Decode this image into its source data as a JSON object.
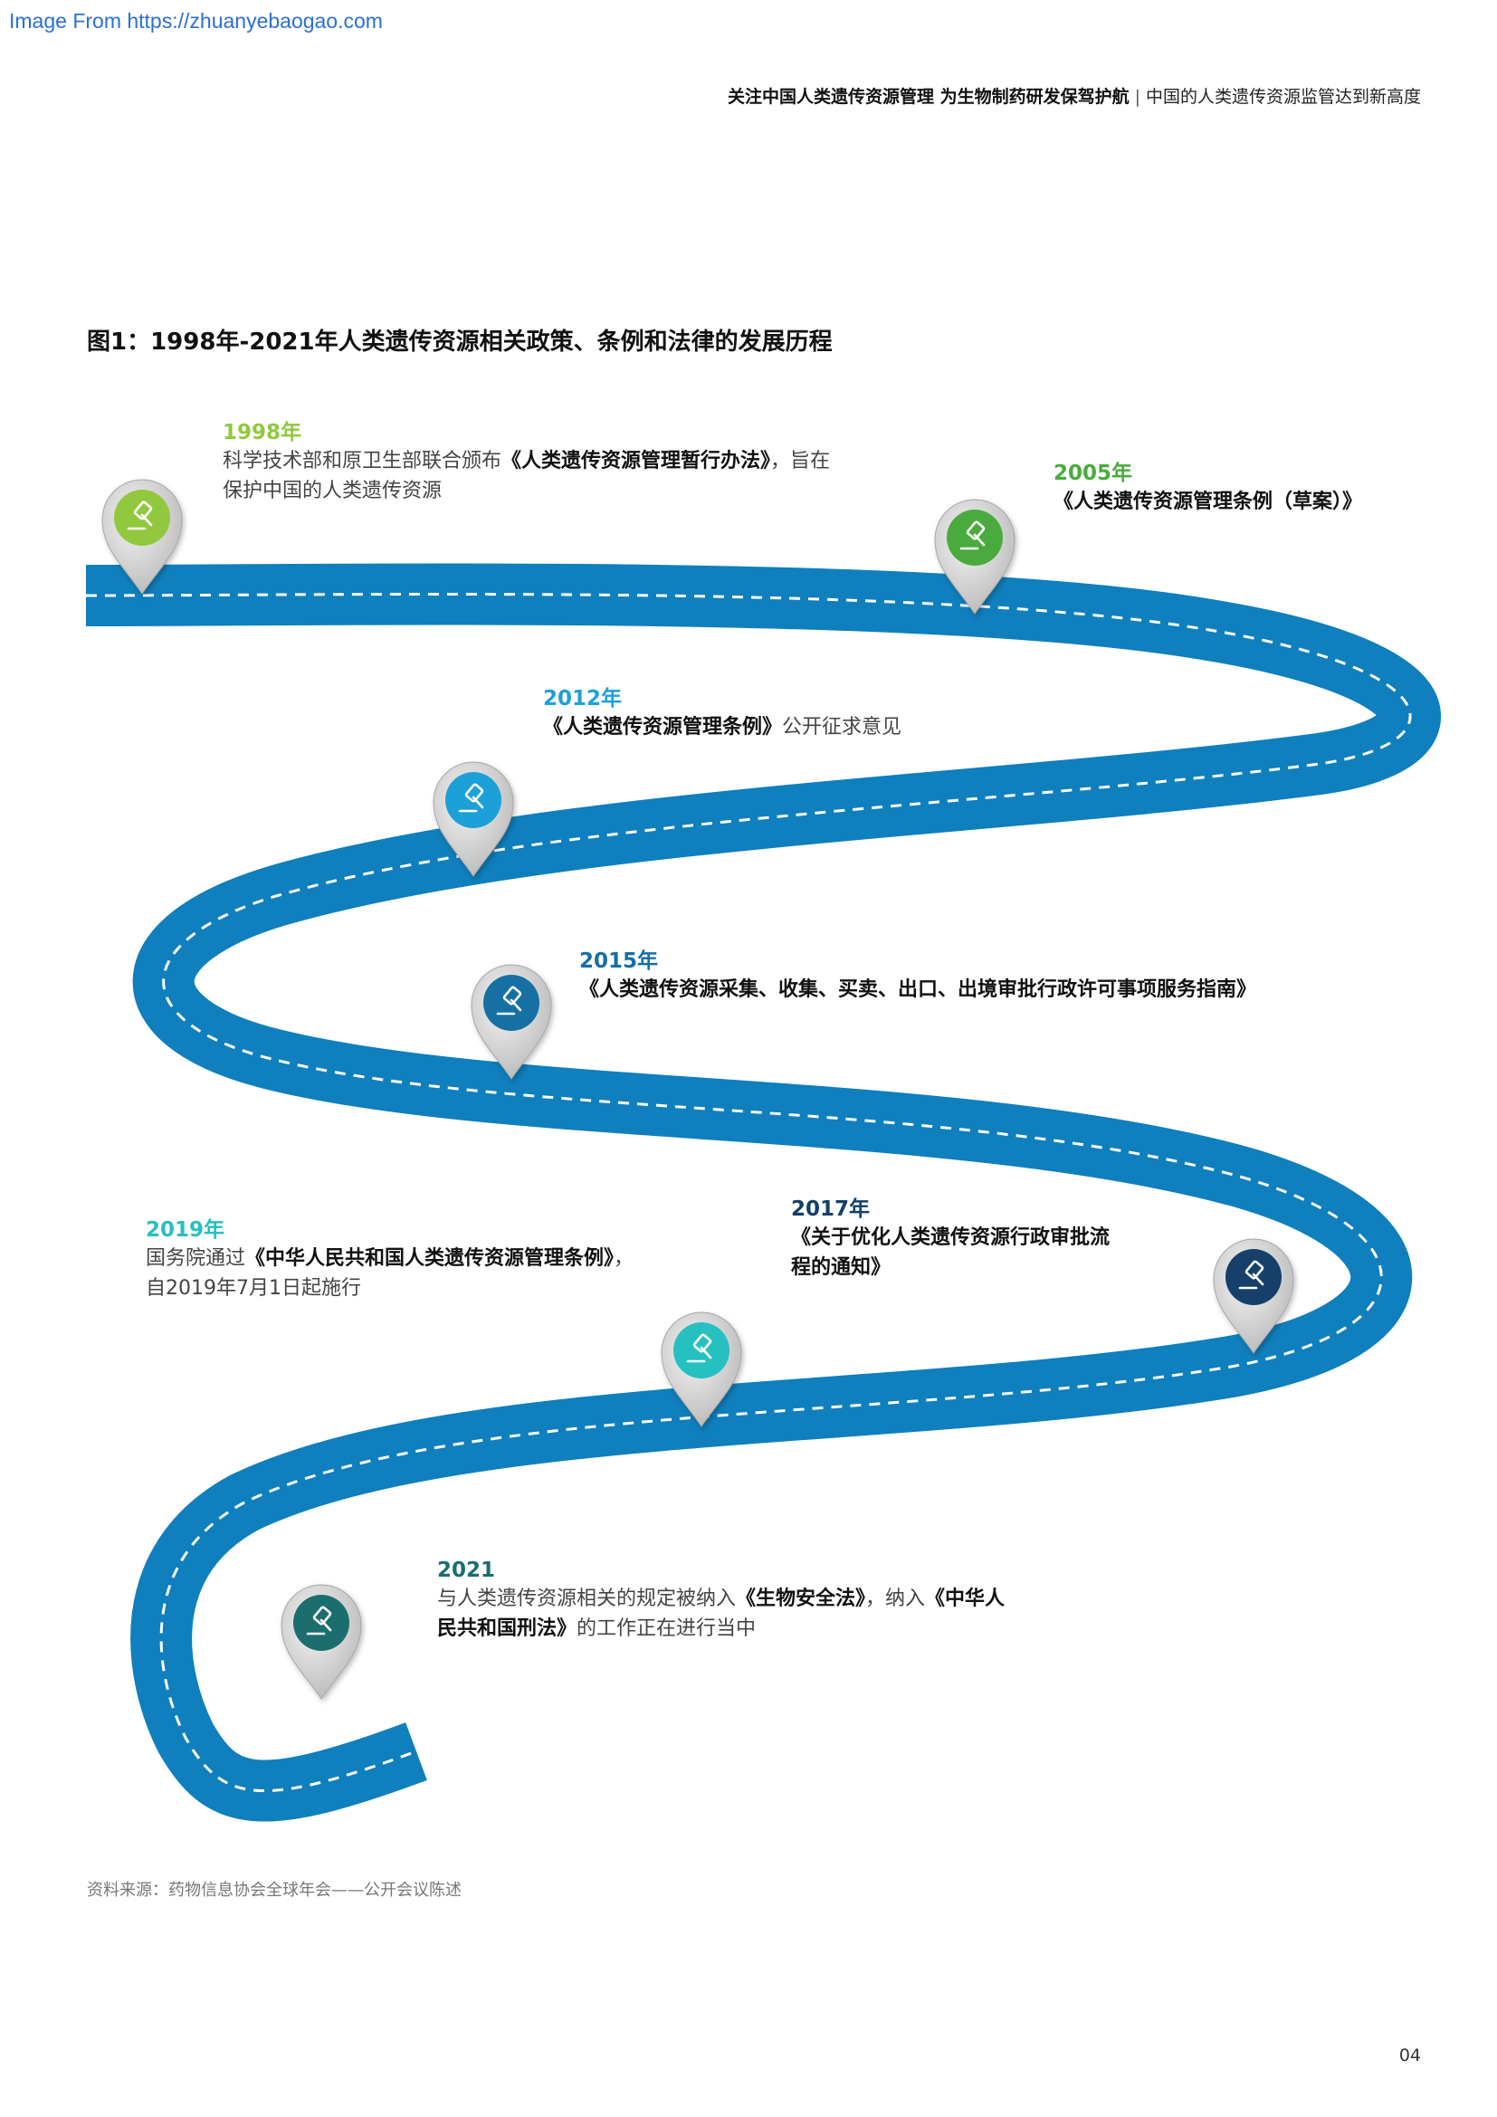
{
  "watermark": "Image From https://zhuanyebaogao.com",
  "header": {
    "bold": "关注中国人类遗传资源管理 为生物制药研发保驾护航",
    "sep": "|",
    "normal": "中国的人类遗传资源监管达到新高度"
  },
  "figure_title": "图1：1998年-2021年人类遗传资源相关政策、条例和法律的发展历程",
  "colors": {
    "road": "#0f7fbd",
    "dash": "#ffffff",
    "m1998": "#92c83e",
    "m2005": "#4aab3c",
    "m2012": "#1ea0d8",
    "m2015": "#156fa3",
    "m2017": "#12406b",
    "m2019": "#26c0c0",
    "m2021": "#1a6e6e"
  },
  "milestones": [
    {
      "id": "m1998",
      "year": "1998年",
      "pre": "科学技术部和原卫生部联合颁布",
      "bold": "《人类遗传资源管理暂行办法》",
      "post": "，旨在",
      "line2": "保护中国的人类遗传资源"
    },
    {
      "id": "m2005",
      "year": "2005年",
      "bold": "《人类遗传资源管理条例（草案）》"
    },
    {
      "id": "m2012",
      "year": "2012年",
      "bold": "《人类遗传资源管理条例》",
      "post": "公开征求意见"
    },
    {
      "id": "m2015",
      "year": "2015年",
      "bold": "《人类遗传资源采集、收集、买卖、出口、出境审批行政许可事项服务指南》"
    },
    {
      "id": "m2017",
      "year": "2017年",
      "line1": "《关于优化人类遗传资源行政审批流",
      "line2": "程的通知》"
    },
    {
      "id": "m2019",
      "year": "2019年",
      "pre": "国务院通过",
      "bold": "《中华人民共和国人类遗传资源管理条例》",
      "post": "，",
      "line2": "自2019年7月1日起施行"
    },
    {
      "id": "m2021",
      "year": "2021",
      "pre": "与人类遗传资源相关的规定被纳入",
      "bold": "《生物安全法》",
      "mid": "，纳入",
      "bold2": "《中华人",
      "line2_bold": "民共和国刑法》",
      "line2_post": "的工作正在进行当中"
    }
  ],
  "source": "资料来源：药物信息协会全球年会——公开会议陈述",
  "page_number": "04",
  "icon_name": "gavel-icon"
}
